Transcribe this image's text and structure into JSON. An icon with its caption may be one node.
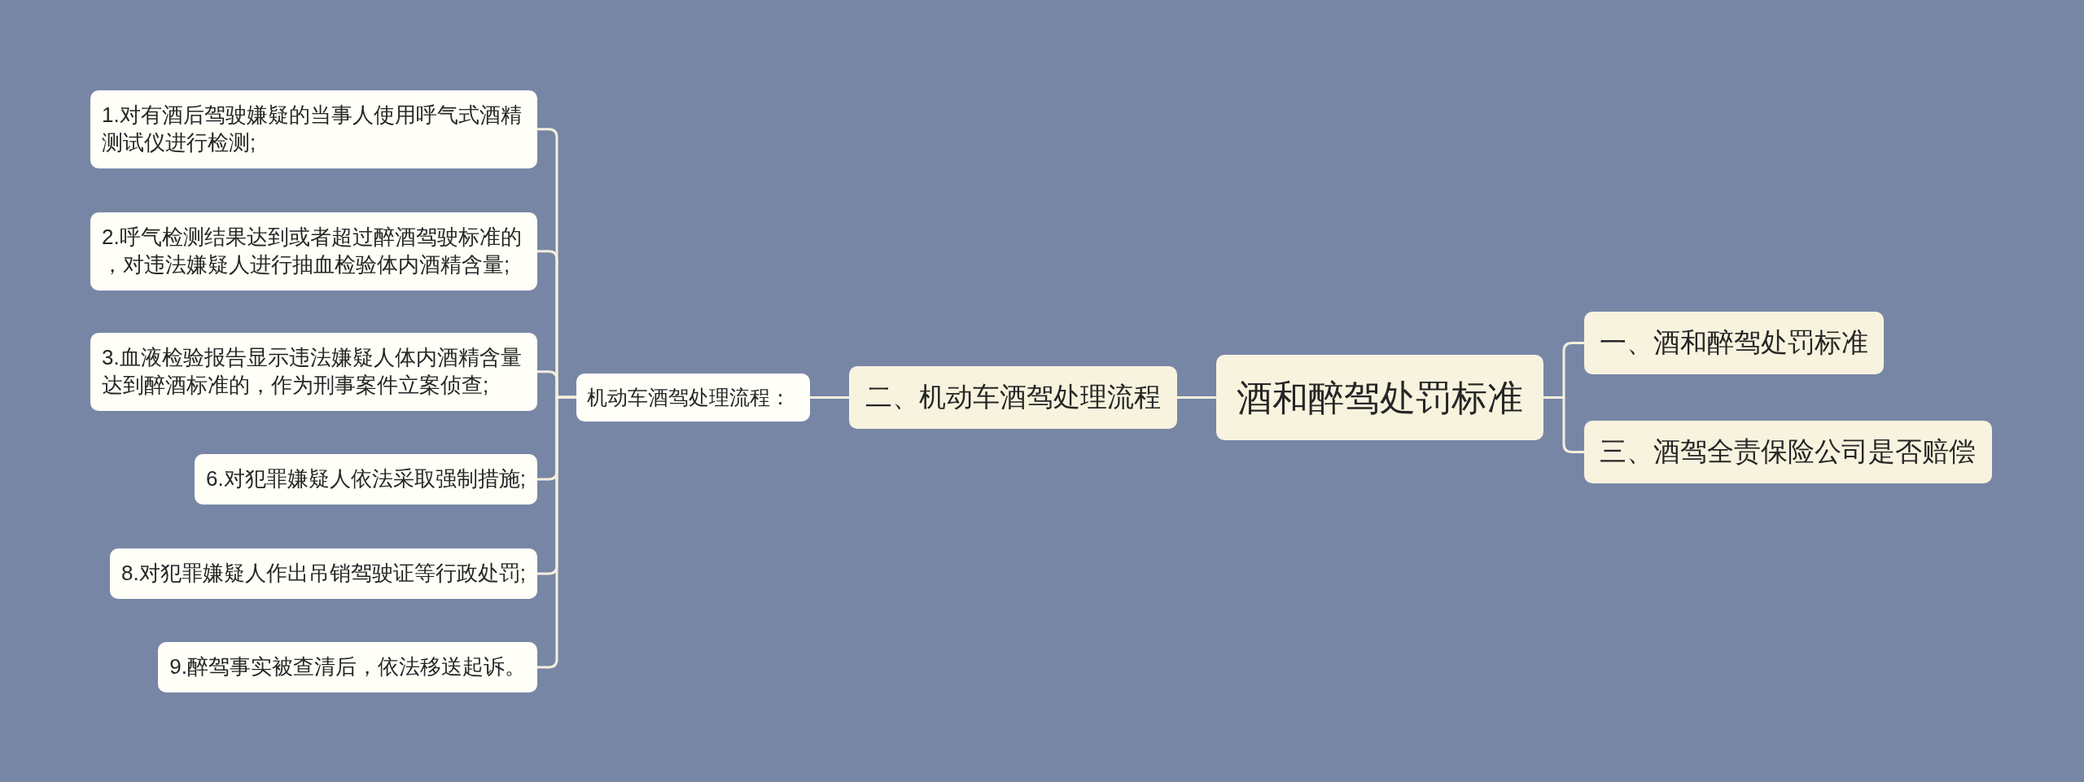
{
  "diagram": {
    "nodes": [
      {
        "text": [
          "酒和醉驾处罚标准"
        ]
      },
      {
        "text": [
          "一、酒和醉驾处罚标准"
        ]
      },
      {
        "text": [
          "二、机动车酒驾处理流程"
        ]
      },
      {
        "text": [
          "三、酒驾全责保险公司是否赔偿"
        ]
      },
      {
        "text": [
          "机动车酒驾处理流程："
        ]
      },
      {
        "text": [
          "1.对有酒后驾驶嫌疑的当事人使用呼气式酒精测试仪进行检测;"
        ]
      },
      {
        "text": [
          "2.呼气检测结果达到或者超过醉酒驾驶标准的，对违法嫌疑人进行抽血检验体内酒精含量;"
        ]
      },
      {
        "text": [
          "3.血液检验报告显示违法嫌疑人体内酒精含量达到醉酒标准的，作为刑事案件立案侦查;"
        ]
      },
      {
        "text": [
          "6.对犯罪嫌疑人依法采取强制措施;"
        ]
      },
      {
        "text": [
          "8.对犯罪嫌疑人作出吊销驾驶证等行政处罚;"
        ]
      },
      {
        "text": [
          "9.醉驾事实被查清后，依法移送起诉。"
        ]
      }
    ],
    "edges": [
      {
        "from": 0,
        "to": 1,
        "arrow": "none"
      },
      {
        "from": 0,
        "to": 2,
        "arrow": "none"
      },
      {
        "from": 0,
        "to": 3,
        "arrow": "none"
      },
      {
        "from": 2,
        "to": 4,
        "arrow": "none"
      },
      {
        "from": 4,
        "to": 5,
        "arrow": "none"
      },
      {
        "from": 4,
        "to": 6,
        "arrow": "none"
      },
      {
        "from": 4,
        "to": 7,
        "arrow": "none"
      },
      {
        "from": 4,
        "to": 8,
        "arrow": "none"
      },
      {
        "from": 4,
        "to": 9,
        "arrow": "none"
      },
      {
        "from": 4,
        "to": 10,
        "arrow": "none"
      }
    ]
  }
}
